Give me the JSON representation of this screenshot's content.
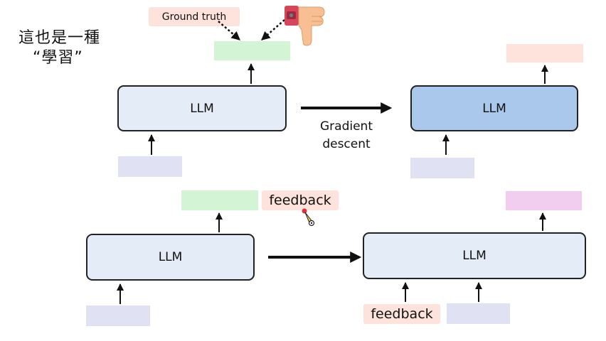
{
  "title": {
    "line1": "這也是一種",
    "line2": "“學習”"
  },
  "top_row": {
    "ground_truth_label": "Ground truth",
    "llm_left_label": "LLM",
    "llm_right_label": "LLM",
    "gradient_label_line1": "Gradient",
    "gradient_label_line2": "descent"
  },
  "bottom_row": {
    "feedback_label_top": "feedback",
    "llm_left_label": "LLM",
    "llm_right_label": "LLM",
    "feedback_label_bottom": "feedback"
  },
  "colors": {
    "llm_fill": "#e4ecf8",
    "llm_updated_fill": "#aac8ec",
    "input_fill": "#e0e2f4",
    "output_green": "#d4f4d6",
    "output_pink": "#fde3dc",
    "output_violet": "#f1cdf0",
    "feedback_fill": "#fde3dc"
  },
  "icons": {
    "thumbs_down": "thumbs-down-icon",
    "pen_cursor": "pen-cursor-icon"
  }
}
